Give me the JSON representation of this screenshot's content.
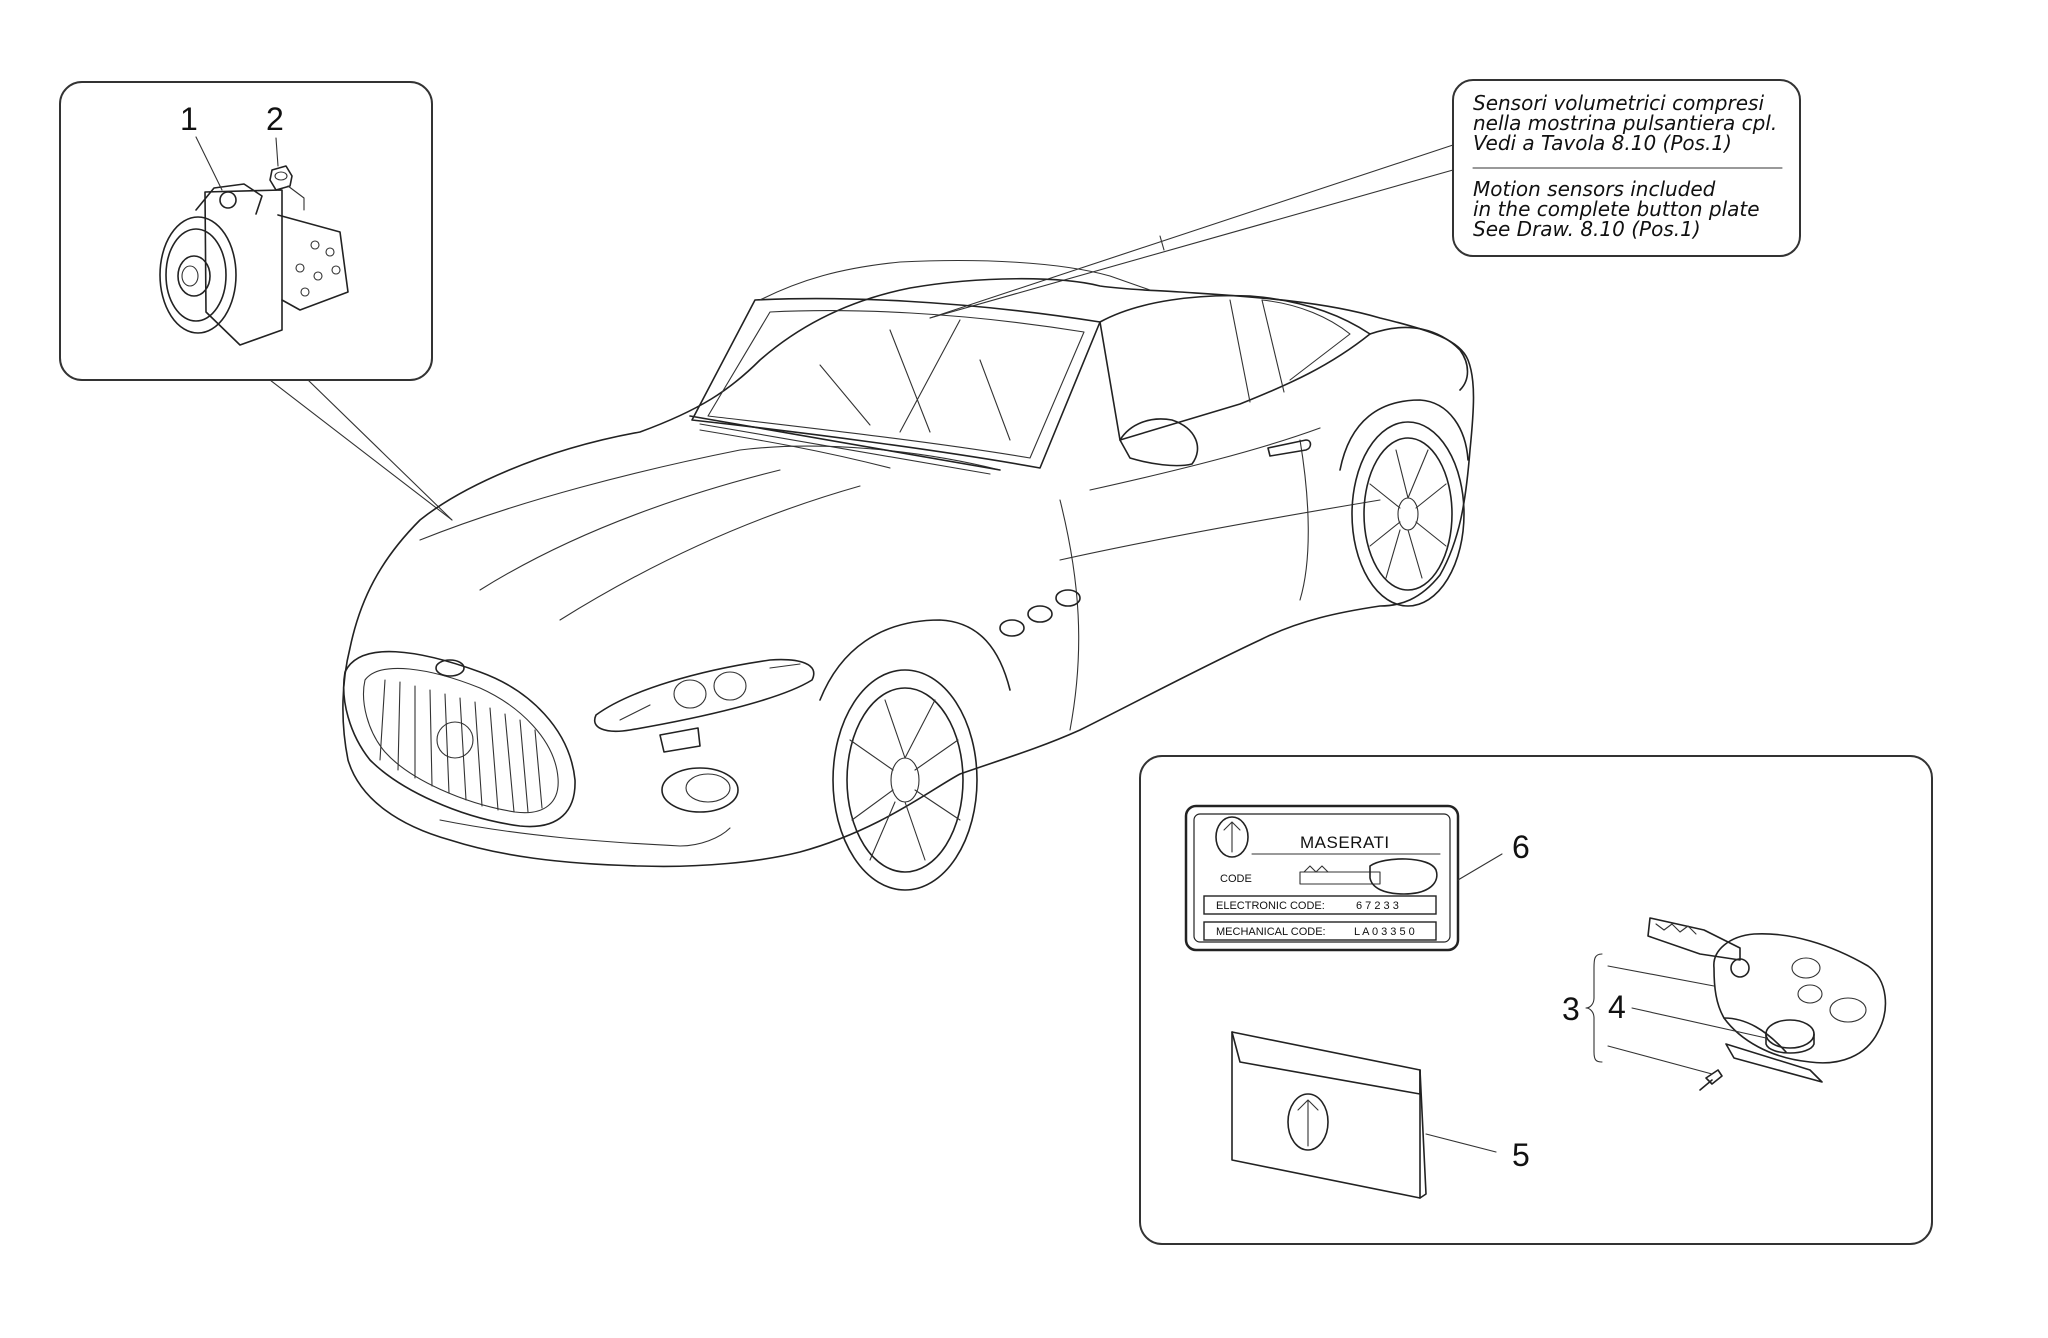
{
  "callouts": {
    "c1": "1",
    "c2": "2",
    "c3": "3",
    "c4": "4",
    "c5": "5",
    "c6": "6"
  },
  "note": {
    "it_line1": "Sensori volumetrici compresi",
    "it_line2": "nella mostrina pulsantiera cpl.",
    "it_line3": "Vedi a Tavola 8.10 (Pos.1)",
    "en_line1": "Motion sensors included",
    "en_line2": "in the complete button plate",
    "en_line3": "See Draw. 8.10 (Pos.1)"
  },
  "code_card": {
    "brand": "MASERATI",
    "code_label": "CODE",
    "electronic_label": "ELECTRONIC CODE:",
    "electronic_value": "6 7 2 3 3",
    "mechanical_label": "MECHANICAL CODE:",
    "mechanical_value": "L A 0 3 3 5 0"
  }
}
